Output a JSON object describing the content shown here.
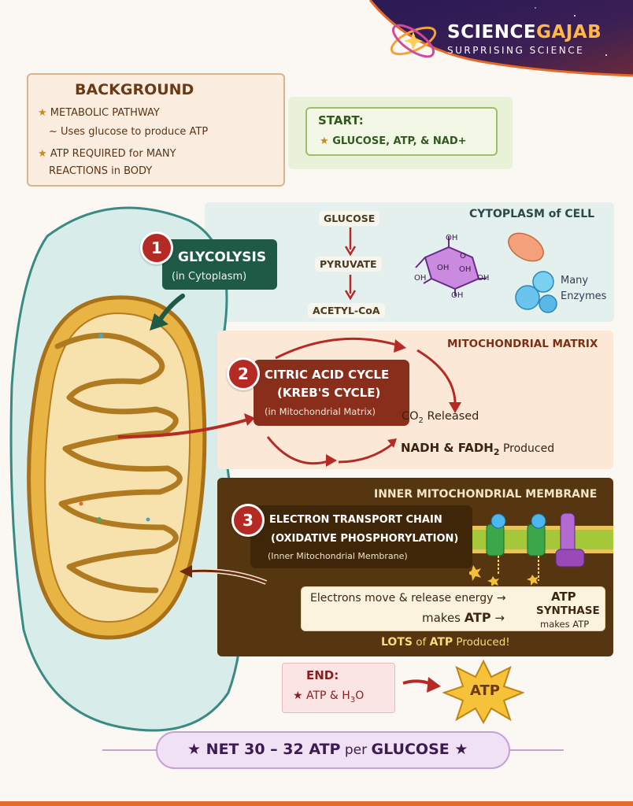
{
  "brand": {
    "name_part1": "SCIENCE",
    "name_part2": "GAJAB",
    "tagline": "SURPRISING SCIENCE"
  },
  "background": {
    "title": "BACKGROUND",
    "item1": "METABOLIC PATHWAY",
    "item1_sub": "~ Uses glucose to produce ATP",
    "item2_line1": "ATP REQUIRED for MANY",
    "item2_line2": "REACTIONS in BODY"
  },
  "start": {
    "title": "START:",
    "value": "GLUCOSE, ATP, & NAD+"
  },
  "cytoplasm": {
    "title": "CYTOPLASM of CELL",
    "flow": [
      "GLUCOSE",
      "PYRUVATE",
      "ACETYL-CoA"
    ],
    "oh_label": "OH",
    "o_label": "O",
    "enzymes_line1": "Many",
    "enzymes_line2": "Enzymes"
  },
  "step1": {
    "number": "1",
    "title": "GLYCOLYSIS",
    "subtitle": "(in Cytoplasm)"
  },
  "matrix": {
    "title": "MITOCHONDRIAL MATRIX"
  },
  "step2": {
    "number": "2",
    "title_line1": "CITRIC ACID CYCLE",
    "title_line2": "(KREB'S CYCLE)",
    "subtitle": "(in Mitochondrial Matrix)"
  },
  "co2": {
    "prefix": "CO",
    "sub": "2",
    "suffix": " Released"
  },
  "nadh": {
    "prefix": "NADH & FADH",
    "sub": "2",
    "suffix": " Produced"
  },
  "inner_membrane": {
    "title": "INNER MITOCHONDRIAL MEMBRANE"
  },
  "step3": {
    "number": "3",
    "title_line1": "ELECTRON TRANSPORT CHAIN",
    "title_line2": "(OXIDATIVE PHOSPHORYLATION)",
    "subtitle": "(Inner Mitochondrial Membrane)"
  },
  "electron": {
    "line1": "Electrons move & release energy →",
    "line2_prefix": "makes ",
    "line2_bold": "ATP",
    "line2_suffix": " →"
  },
  "atp_synthase": {
    "line1": "ATP",
    "line2": "SYNTHASE",
    "line3": "makes ATP"
  },
  "lots": {
    "bold": "LOTS",
    "mid": " of ",
    "bold2": "ATP",
    "suffix": " Produced!"
  },
  "end": {
    "title": "END:",
    "value_prefix": "★ ATP & H",
    "value_sub": "3",
    "value_suffix": "O"
  },
  "atp_star": "ATP",
  "net": {
    "star": "★",
    "part1": "NET 30 – 32 ATP",
    "per": " per ",
    "part2": "GLUCOSE"
  },
  "colors": {
    "brand_accent": "#ffb74a",
    "step_badge": "#b52a24",
    "glycolysis": "#1e5a46",
    "krebs": "#8a2e1c",
    "etc_panel": "#553611",
    "arrow": "#b52a24"
  }
}
